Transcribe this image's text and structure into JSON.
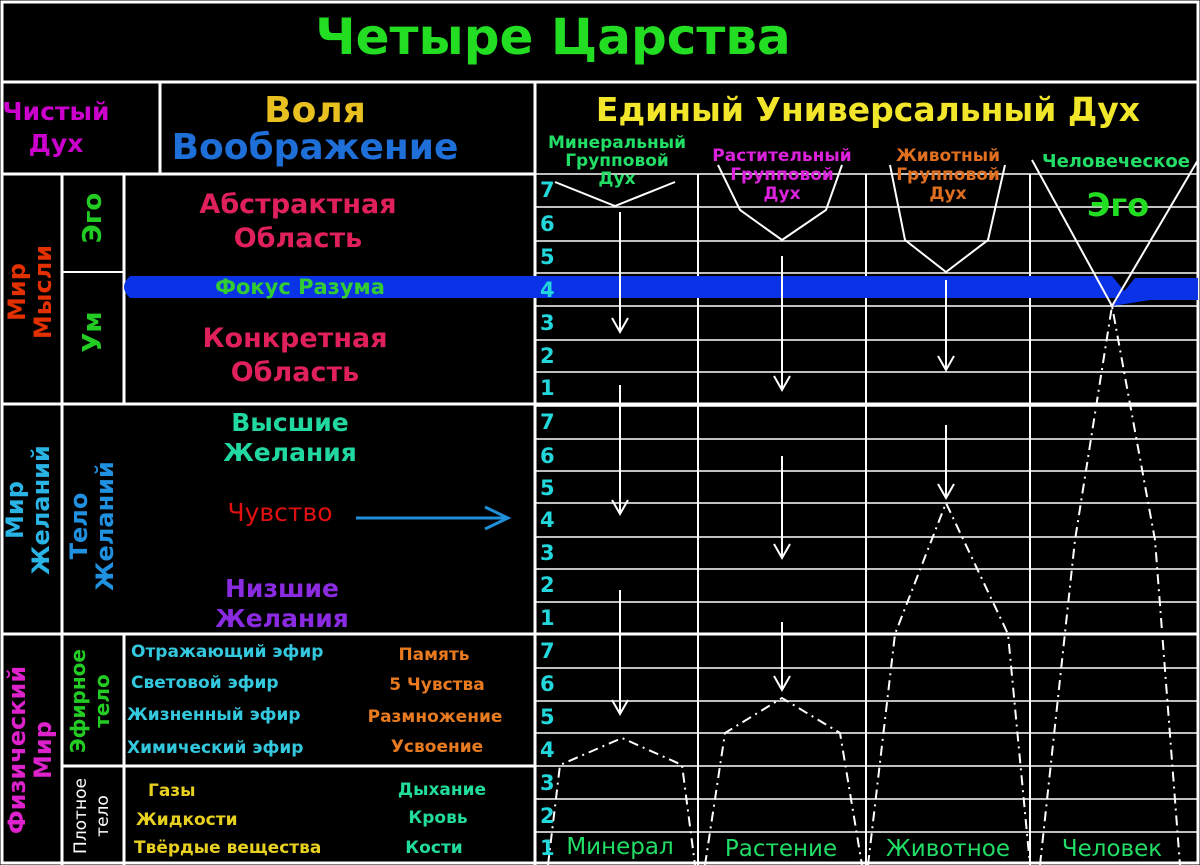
{
  "title": "Четыре Царства",
  "header": {
    "pure_spirit": [
      "Чистый",
      "Дух"
    ],
    "will": "Воля",
    "imagination": "Воображение",
    "universal_spirit": "Единый Универсальный Дух"
  },
  "spirits": {
    "mineral": [
      "Минеральный",
      "Групповой",
      "Дух"
    ],
    "plant": [
      "Растительный",
      "Групповой",
      "Дух"
    ],
    "animal": [
      "Животный",
      "Групповой",
      "Дух"
    ],
    "human": [
      "Человеческое",
      "Эго"
    ]
  },
  "worlds": {
    "thought": [
      "Мир",
      "Мысли"
    ],
    "desire": [
      "Мир",
      "Желаний"
    ],
    "physical": [
      "Физический",
      "Мир"
    ]
  },
  "bodies": {
    "ego": "Эго",
    "mind": "Ум",
    "desire_body": [
      "Тело",
      "Желаний"
    ],
    "etheric_body": [
      "Эфирное",
      "тело"
    ],
    "dense_body": [
      "Плотное",
      "тело"
    ]
  },
  "regions": {
    "abstract": [
      "Абстрактная",
      "Область"
    ],
    "focus": "Фокус Разума",
    "concrete": [
      "Конкретная",
      "Область"
    ],
    "higher_desires": [
      "Высшие",
      "Желания"
    ],
    "feeling": "Чувство",
    "lower_desires": [
      "Низшие",
      "Желания"
    ]
  },
  "ethers": [
    {
      "name": "Отражающий эфир",
      "function": "Память"
    },
    {
      "name": "Световой эфир",
      "function": "5 Чувства"
    },
    {
      "name": "Жизненный эфир",
      "function": "Размножение"
    },
    {
      "name": "Химический эфир",
      "function": "Усвоение"
    }
  ],
  "dense": [
    {
      "name": "Газы",
      "function": "Дыхание"
    },
    {
      "name": "Жидкости",
      "function": "Кровь"
    },
    {
      "name": "Твёрдые вещества",
      "function": "Кости"
    }
  ],
  "level_numbers": [
    "7",
    "6",
    "5",
    "4",
    "3",
    "2",
    "1",
    "7",
    "6",
    "5",
    "4",
    "3",
    "2",
    "1",
    "7",
    "6",
    "5",
    "4",
    "3",
    "2",
    "1"
  ],
  "kingdoms": [
    "Минерал",
    "Растение",
    "Животное",
    "Человек"
  ],
  "colors": {
    "title": "#22dd22",
    "pure_spirit": "#cc00cc",
    "will": "#e8c020",
    "imagination": "#1e6fd8",
    "universal": "#f2e62a",
    "spirit_label": "#22dd66",
    "plant_spirit": "#dd22dd",
    "animal_spirit": "#e07020",
    "ego_big": "#22dd22",
    "thought_world": "#e23000",
    "ego": "#22cc22",
    "abstract": "#e0205a",
    "focus_band": "#0a32e6",
    "focus_text": "#33cc33",
    "higher": "#20d8a0",
    "feeling": "#e01010",
    "lower": "#8a2be2",
    "desire_world": "#2ab4e6",
    "desire_body": "#2090e0",
    "physical_world": "#dd22cc",
    "etheric_body": "#22cc22",
    "ether_name": "#33c8dd",
    "ether_function": "#e87a20",
    "dense_name": "#e8d020",
    "dense_function": "#22dd99",
    "number": "#22d8dd",
    "kingdom": "#22dd66",
    "arrow_blue": "#1e8fd8"
  }
}
